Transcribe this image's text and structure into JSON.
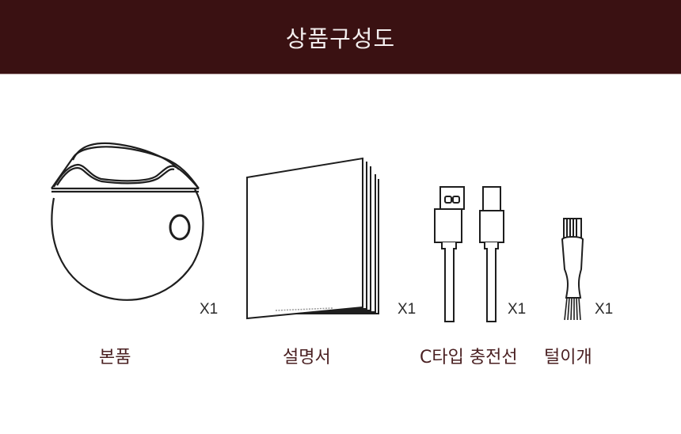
{
  "header": {
    "title": "상품구성도",
    "background_color": "#3a1112",
    "text_color": "#f3eeee"
  },
  "items": [
    {
      "name": "본품",
      "quantity": "X1",
      "icon": "device-body-icon"
    },
    {
      "name": "설명서",
      "quantity": "X1",
      "icon": "manual-booklet-icon"
    },
    {
      "name": "C타입 충전선",
      "quantity": "X1",
      "icon": "usb-c-cable-icon"
    },
    {
      "name": "털이개",
      "quantity": "X1",
      "icon": "cleaning-brush-icon"
    }
  ],
  "label_color": "#4a2022"
}
